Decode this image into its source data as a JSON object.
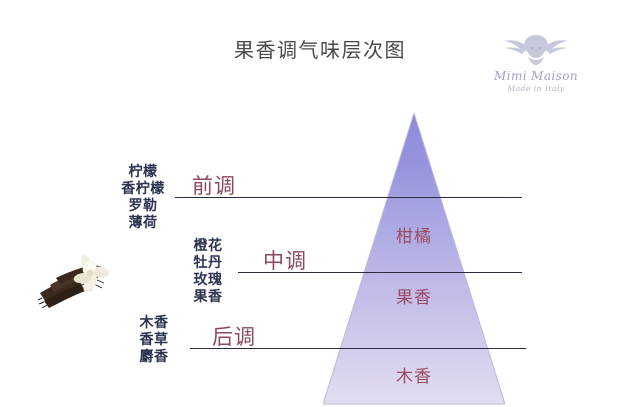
{
  "header": {
    "title": "果香调气味层次图"
  },
  "brand": {
    "name": "Mimi Maison",
    "tagline": "Made in Italy",
    "logo_icon": "cherub-angel-icon",
    "color": "#9aa0c4"
  },
  "stages": [
    {
      "label": "前调",
      "notes": [
        "柠檬",
        "香柠檬",
        "罗勒",
        "薄荷"
      ]
    },
    {
      "label": "中调",
      "notes": [
        "橙花",
        "牡丹",
        "玫瑰",
        "果香"
      ]
    },
    {
      "label": "后调",
      "notes": [
        "木香",
        "香草",
        "麝香"
      ]
    }
  ],
  "pyramid": {
    "tiers": [
      {
        "label": "柑橘"
      },
      {
        "label": "果香"
      },
      {
        "label": "木香"
      }
    ],
    "gradient_top": "#8f8ddc",
    "gradient_bottom": "#ddd8ec",
    "outline": "#b9b4d6"
  },
  "decoration": {
    "photo": "vanilla-beans-and-flower-photo"
  },
  "colors": {
    "title": "#4a4a4a",
    "stage_label": "#8c4a5c",
    "note_label": "#2c3350",
    "tier_label": "#9c4a63",
    "divider": "#2a2a42",
    "background": "#ffffff"
  }
}
